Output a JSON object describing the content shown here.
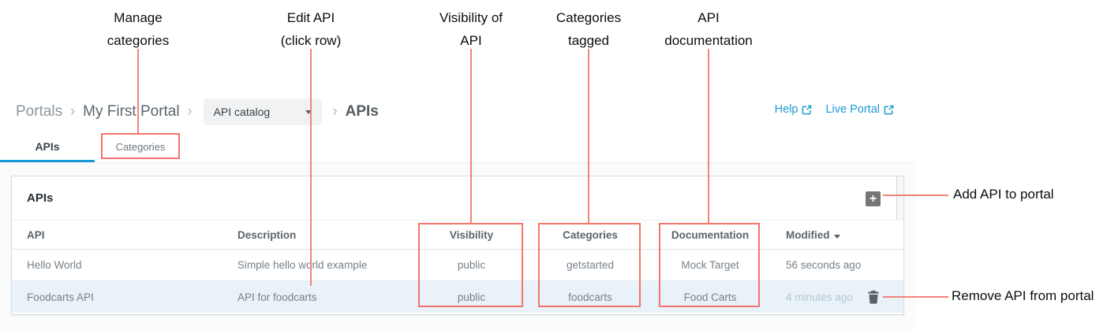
{
  "colors": {
    "annotation_red": "#f3756b",
    "link_blue": "#1c9ad6",
    "active_tab_blue": "#1c9ad6",
    "row_highlight": "#e8f2f8"
  },
  "annotations": {
    "callouts": [
      {
        "line1": "Manage",
        "line2": "categories"
      },
      {
        "line1": "Edit API",
        "line2": "(click row)"
      },
      {
        "line1": "Visibility of",
        "line2": "API"
      },
      {
        "line1": "Categories",
        "line2": "tagged"
      },
      {
        "line1": "API",
        "line2": "documentation"
      }
    ],
    "add_label": "Add API to portal",
    "remove_label": "Remove API from portal"
  },
  "breadcrumb": {
    "portals": "Portals",
    "portal_name": "My First Portal",
    "dropdown_value": "API catalog",
    "current": "APIs"
  },
  "links": {
    "help": "Help",
    "live_portal": "Live Portal"
  },
  "tabs": [
    {
      "label": "APIs",
      "active": true
    },
    {
      "label": "Categories",
      "active": false
    }
  ],
  "card": {
    "title": "APIs",
    "columns": [
      "API",
      "Description",
      "Visibility",
      "Categories",
      "Documentation",
      "Modified"
    ],
    "rows": [
      {
        "api": "Hello World",
        "description": "Simple hello world example",
        "visibility": "public",
        "categories": "getstarted",
        "documentation": "Mock Target",
        "modified": "56 seconds ago"
      },
      {
        "api": "Foodcarts API",
        "description": "API for foodcarts",
        "visibility": "public",
        "categories": "foodcarts",
        "documentation": "Food Carts",
        "modified": "4 minutes ago"
      }
    ]
  }
}
